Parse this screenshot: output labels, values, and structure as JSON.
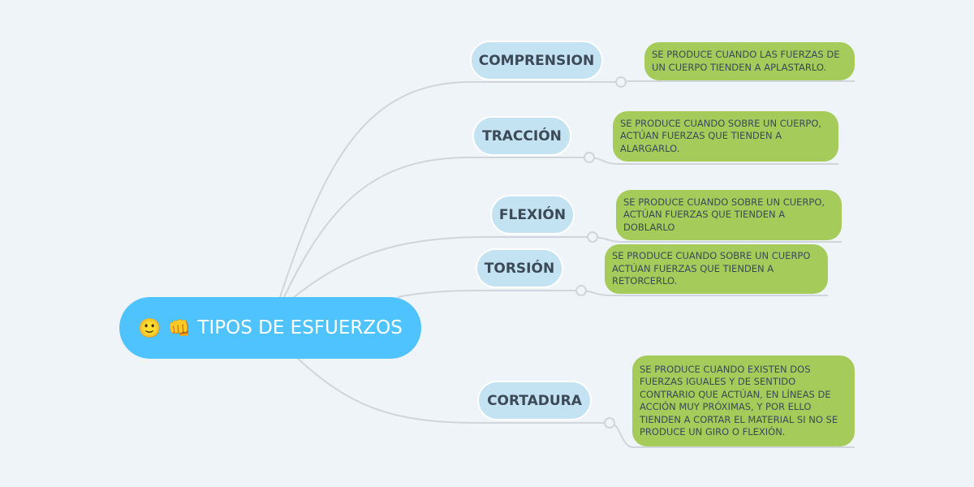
{
  "root": {
    "emoji1": "🙂",
    "emoji2": "👊",
    "label": "TIPOS DE ESFUERZOS",
    "color": "#4fc3fe"
  },
  "topics": [
    {
      "label": "COMPRENSION",
      "note": "SE PRODUCE CUANDO LAS FUERZAS DE UN CUERPO TIENDEN A APLASTARLO."
    },
    {
      "label": "TRACCIÓN",
      "note": "SE PRODUCE CUANDO SOBRE UN CUERPO, ACTÚAN FUERZAS QUE TIENDEN A ALARGARLO."
    },
    {
      "label": "FLEXIÓN",
      "note": "SE PRODUCE CUANDO SOBRE UN CUERPO, ACTÚAN FUERZAS QUE TIENDEN A DOBLARLO"
    },
    {
      "label": "TORSIÓN",
      "note": "SE PRODUCE CUANDO SOBRE UN CUERPO ACTÚAN FUERZAS QUE TIENDEN A RETORCERLO."
    },
    {
      "label": "CORTADURA",
      "note": "SE PRODUCE CUANDO EXISTEN DOS FUERZAS IGUALES Y DE SENTIDO CONTRARIO QUE ACTÚAN, EN LÍNEAS DE ACCIÓN MUY PRÓXIMAS, Y POR ELLO TIENDEN A CORTAR EL MATERIAL SI NO SE PRODUCE UN GIRO O FLEXIÓN."
    }
  ]
}
